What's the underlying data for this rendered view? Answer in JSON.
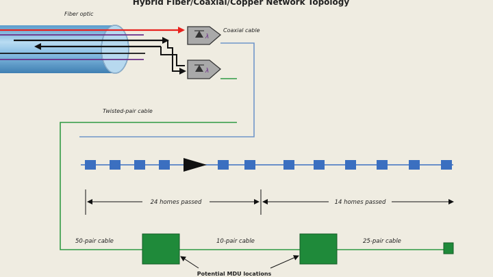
{
  "title": "Hybrid Fiber/Coaxial/Copper Network Topology",
  "labels": {
    "fiber": "Fiber optic",
    "coax": "Coaxial cable",
    "twisted": "Twisted-pair cable",
    "homes_left": "24 homes passed",
    "homes_right": "14 homes passed",
    "cable_50": "50-pair cable",
    "cable_10": "10-pair cable",
    "cable_25": "25-pair cable",
    "mdu": "Potential MDU locations"
  },
  "colors": {
    "background": "#efece1",
    "fiber_tube": "#7fb6dc",
    "red": "#e8211d",
    "black": "#111111",
    "purple": "#6a2d87",
    "blue": "#6f95c9",
    "green": "#2f9a42",
    "green_box": "#1f8a3a",
    "home_marker": "#3b6fc0",
    "node_fill": "#a9a9a9"
  },
  "diagram": {
    "homes_left_count": 24,
    "homes_right_count": 14
  }
}
